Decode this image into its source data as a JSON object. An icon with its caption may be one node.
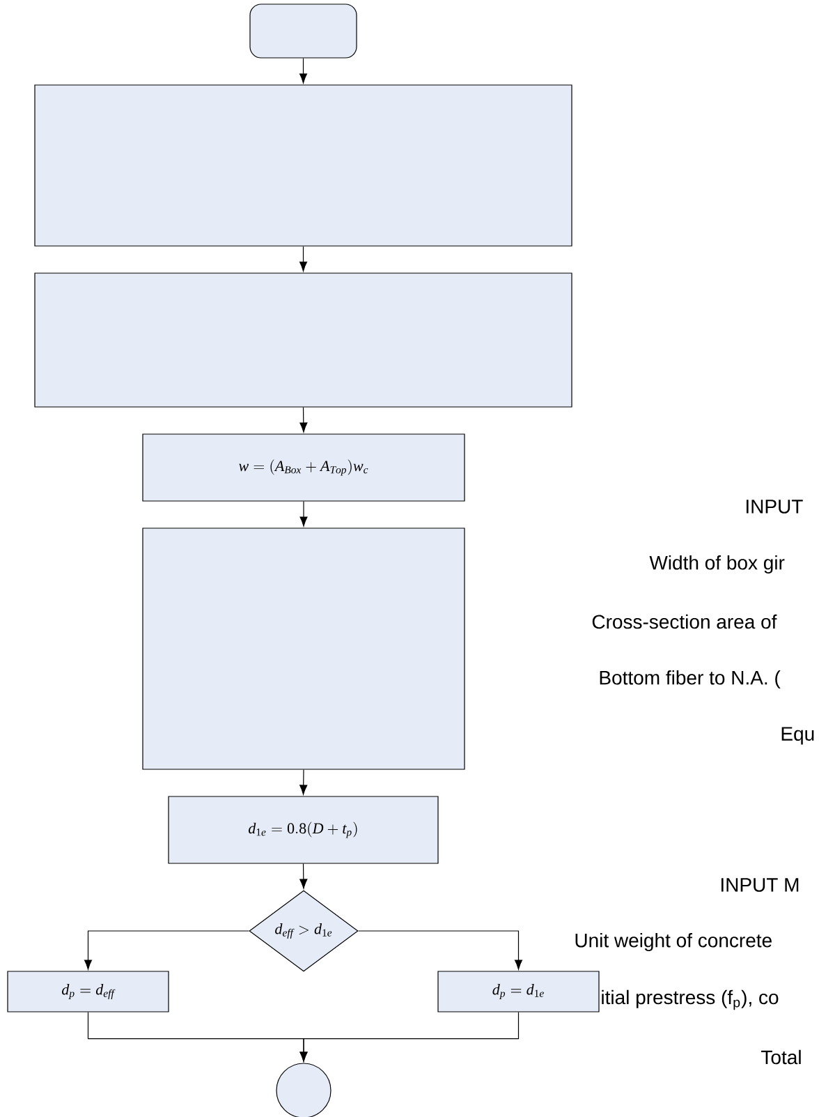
{
  "diagram": {
    "nodes": [
      {
        "text": [],
        "shape": "box"
      },
      {
        "text": [],
        "shape": "box"
      },
      {
        "text": [],
        "shape": "box"
      },
      {
        "text": [
          "w=(A_{Box}+A_{Top})w_c"
        ]
      },
      {
        "text": [],
        "shape": "box"
      },
      {
        "text": [
          "d_{1e}=0.8(D+t_p)"
        ]
      },
      {
        "text": [
          "d_{eff}>d_{1e}"
        ]
      },
      {
        "text": [
          "d_p=d_{eff}"
        ]
      },
      {
        "text": [
          "d_p=d_{1e}"
        ]
      },
      {
        "text": [],
        "shape": "circle"
      }
    ],
    "edges": [
      {
        "from": 0,
        "to": 1,
        "arrow": "to"
      },
      {
        "from": 1,
        "to": 2,
        "arrow": "to"
      },
      {
        "from": 2,
        "to": 3,
        "arrow": "to"
      },
      {
        "from": 3,
        "to": 4,
        "arrow": "to"
      },
      {
        "from": 4,
        "to": 5,
        "arrow": "to"
      },
      {
        "from": 5,
        "to": 6,
        "arrow": "to"
      },
      {
        "from": 6,
        "to": 7,
        "arrow": "to"
      },
      {
        "from": 6,
        "to": 8,
        "arrow": "to"
      },
      {
        "from": 7,
        "to": 9,
        "arrow": "to"
      },
      {
        "from": 8,
        "to": 9,
        "arrow": "to"
      }
    ],
    "labels": [
      "INPUT",
      "Width of box gir",
      "Cross-section area of",
      "Bottom fiber to N.A. (",
      "Equ",
      "INPUT M",
      "Unit weight of concrete",
      "itial prestress (f$_{p}$), co",
      "Total"
    ]
  }
}
